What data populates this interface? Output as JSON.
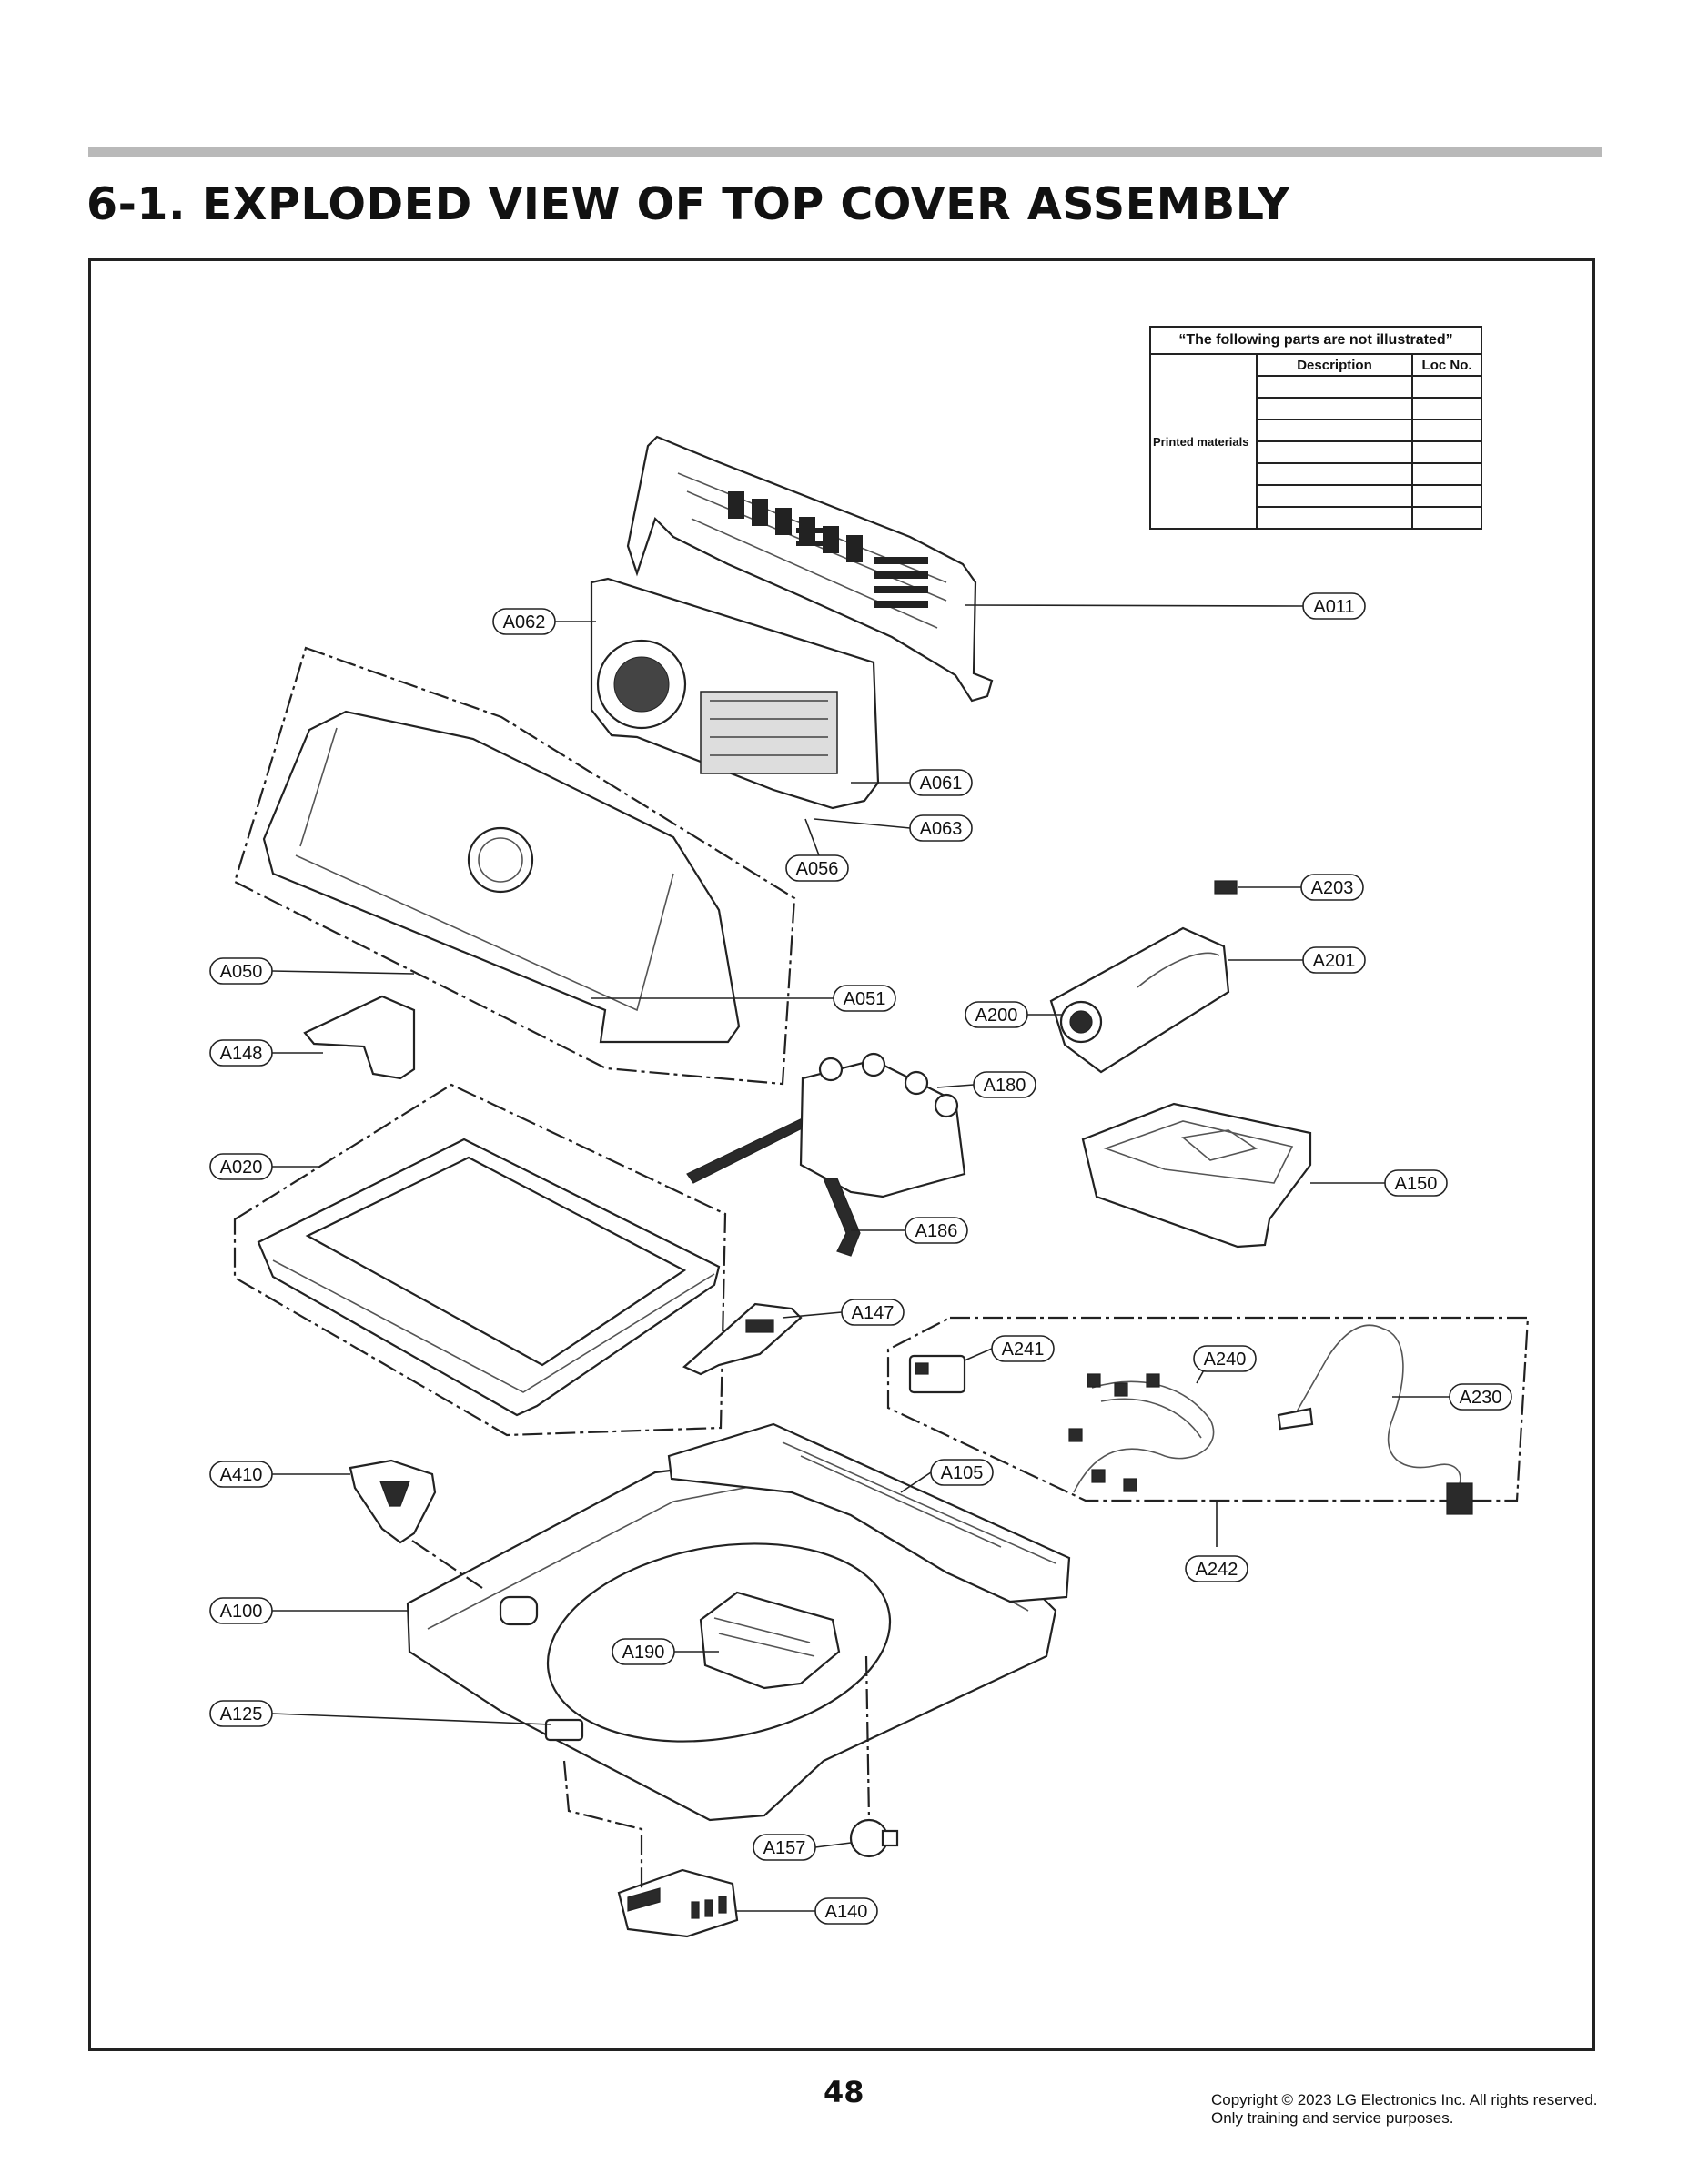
{
  "document": {
    "title": "6-1. EXPLODED VIEW OF TOP COVER ASSEMBLY",
    "page_number": "48",
    "copyright_line1": "Copyright © 2023 LG Electronics Inc. All rights reserved.",
    "copyright_line2": "Only training and service purposes."
  },
  "not_illustrated_table": {
    "header": "“The following parts are not illustrated”",
    "col_description": "Description",
    "col_loc": "Loc No.",
    "group_label": "Printed materials"
  },
  "callouts": {
    "A011": "A011",
    "A062": "A062",
    "A061": "A061",
    "A063": "A063",
    "A056": "A056",
    "A203": "A203",
    "A201": "A201",
    "A050": "A050",
    "A051": "A051",
    "A200": "A200",
    "A148": "A148",
    "A180": "A180",
    "A020": "A020",
    "A150": "A150",
    "A186": "A186",
    "A147": "A147",
    "A241": "A241",
    "A240": "A240",
    "A230": "A230",
    "A410": "A410",
    "A105": "A105",
    "A242": "A242",
    "A100": "A100",
    "A190": "A190",
    "A125": "A125",
    "A157": "A157",
    "A140": "A140"
  }
}
